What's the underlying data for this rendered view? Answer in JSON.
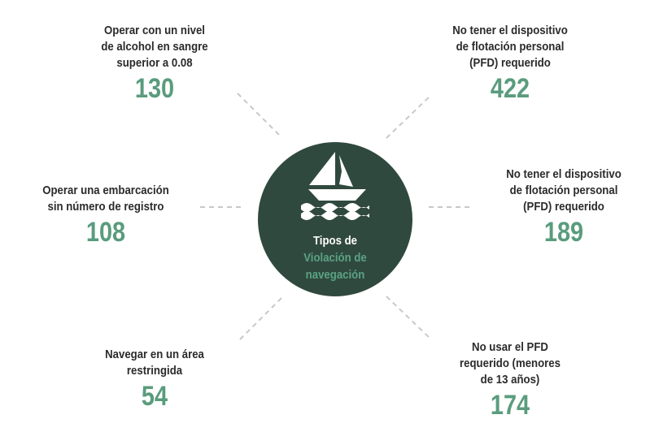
{
  "center": {
    "line1": "Tipos de",
    "line2": "Violación de",
    "line3": "navegación",
    "icon": "sailboat-icon"
  },
  "items": [
    {
      "label": "Operar con un nivel de alcohol en sangre superior a 0.08",
      "value": "130"
    },
    {
      "label": "No tener el dispositivo de flotación personal (PFD) requerido",
      "value": "422"
    },
    {
      "label": "Operar una embarcación sin número de registro",
      "value": "108"
    },
    {
      "label": "No tener el dispositivo de flotación personal (PFD) requerido",
      "value": "189"
    },
    {
      "label": "Navegar en un área restringida",
      "value": "54"
    },
    {
      "label": "No usar el PFD requerido (menores de 13 años)",
      "value": "174"
    }
  ],
  "colors": {
    "hub": "#30493f",
    "accent": "#5a9c7d",
    "text": "#2b2b2b"
  }
}
